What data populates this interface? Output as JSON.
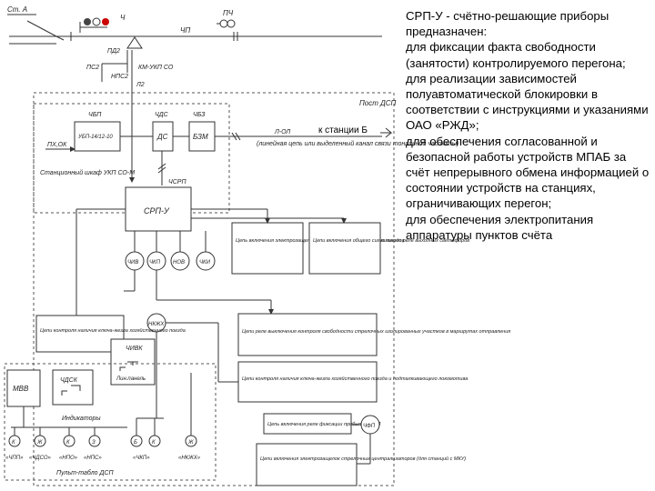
{
  "track": {
    "station": "Ст. А",
    "signal_ch": "Ч",
    "signal_pch": "ПЧ",
    "track_chp": "ЧП",
    "pd2": "ПД2",
    "ps2": "ПС2",
    "nps2": "НПС2",
    "l2": "Л2",
    "km_ukp": "КМ-УКП СО"
  },
  "post": {
    "title": "Пост ДСП"
  },
  "blocks": {
    "chbp": "ЧБП",
    "ubp": "УБП-14/12-10",
    "px_ok": "ПХ,ОК",
    "chds": "ЧДС",
    "ds": "ДС",
    "chbz": "ЧБЗ",
    "bzm": "БЗМ",
    "l_ol": "Л-ОЛ",
    "to_station": "к станции Б",
    "line_channel": "(линейная цепь или выделенный канал связи тональной частоты)",
    "cabinet": "Станционный шкаф УКП СО-М",
    "chsrp": "ЧСРП",
    "srpu": "СРП-У",
    "key_circuit": "Цепь включения электрозащелки ключа-жезла хозяйственных поездов",
    "signal_circuit": "Цепи включения общего сигнального реле выходных светофоров",
    "relays": [
      "ЧИВ",
      "ЧКП",
      "НОВ",
      "ЧКИ"
    ],
    "nchzh": "НКЖХ",
    "control_circuit": "Цепи контроля наличия ключа-жезла хозяйственного поезда",
    "exclusion_circuit": "Цепи реле выключения контроля свободности стрелочных изолированных участков в маршрутах отправления",
    "chivk": "ЧИВК",
    "lin_panel": "Лин.панель",
    "key_presence": "Цепи контроля наличия ключа-жезла хозяйственного поезда и подталкивающего локомотива",
    "mvv": "МВВ",
    "chdsk": "ЧДСК",
    "indicators": "Индикаторы",
    "ind_letters": [
      "К",
      "Ж",
      "К",
      "З",
      "Б",
      "К",
      "Ж"
    ],
    "ind_labels": [
      "«ЧПП»",
      "«ЧДСО»",
      "«НПО»",
      "«НПС»",
      "«ЧКП»",
      "«НКЖХ»"
    ],
    "panel": "Пульт-табло ДСП",
    "fix_circuit": "Цепь включения реле фиксации прибытия ЧФП",
    "chfp": "ЧФП",
    "ec_circuit": "Цепи включения электрозащелок стрелочных централизаторов (для станций с МКУ)"
  },
  "description": [
    "СРП-У - счётно-решающие приборы предназначен:",
    "для фиксации факта свободности (занятости) контролируемого перегона;",
    "для реализации зависимостей полуавтоматической блокировки в соответствии с инструкциями и указаниями ОАО «РЖД»;",
    "для обеспечения согласованной и безопасной работы устройств МПАБ за счёт непрерывного обмена информацией о состоянии устройств на станциях, ограничивающих перегон;",
    "для обеспечения электропитания аппаратуры пунктов счёта"
  ]
}
